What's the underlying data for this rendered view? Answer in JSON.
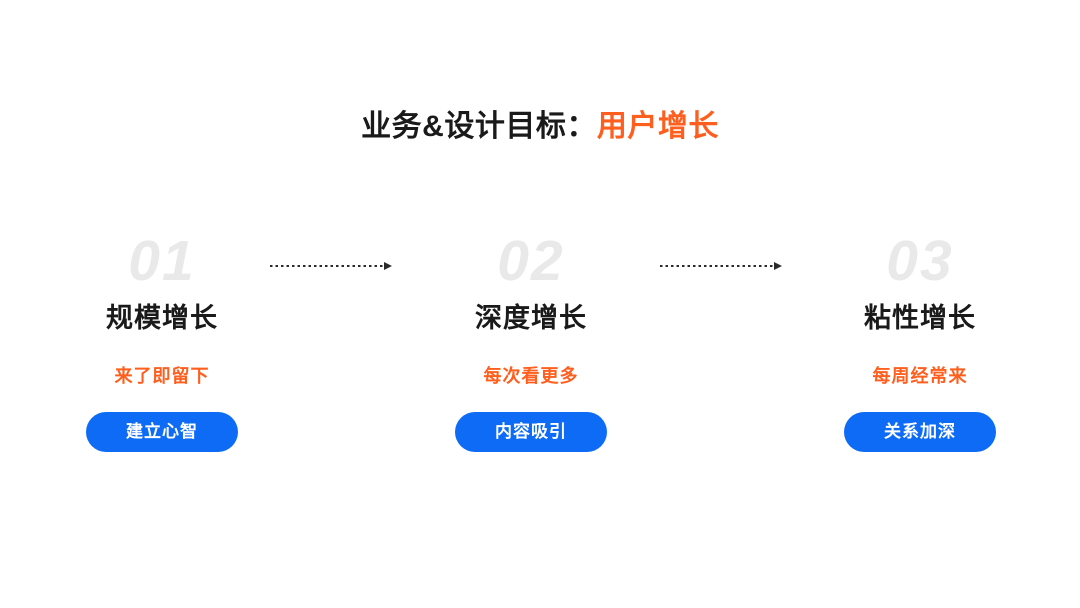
{
  "title": {
    "prefix": "业务&设计目标：",
    "highlight": "用户增长"
  },
  "columns": [
    {
      "number": "01",
      "heading": "规模增长",
      "subtitle": "来了即留下",
      "pill_label": "建立心智"
    },
    {
      "number": "02",
      "heading": "深度增长",
      "subtitle": "每次看更多",
      "pill_label": "内容吸引"
    },
    {
      "number": "03",
      "heading": "粘性增长",
      "subtitle": "每周经常来",
      "pill_label": "关系加深"
    }
  ],
  "icons": {
    "between_steps": "dotted-arrow-right-icon"
  },
  "colors": {
    "accent_orange": "#FF5F1E",
    "accent_blue": "#0D6BF5",
    "number_gray": "#E9E9E9",
    "text_black": "#1A1A1A",
    "arrow_color": "#2B2B2B"
  }
}
